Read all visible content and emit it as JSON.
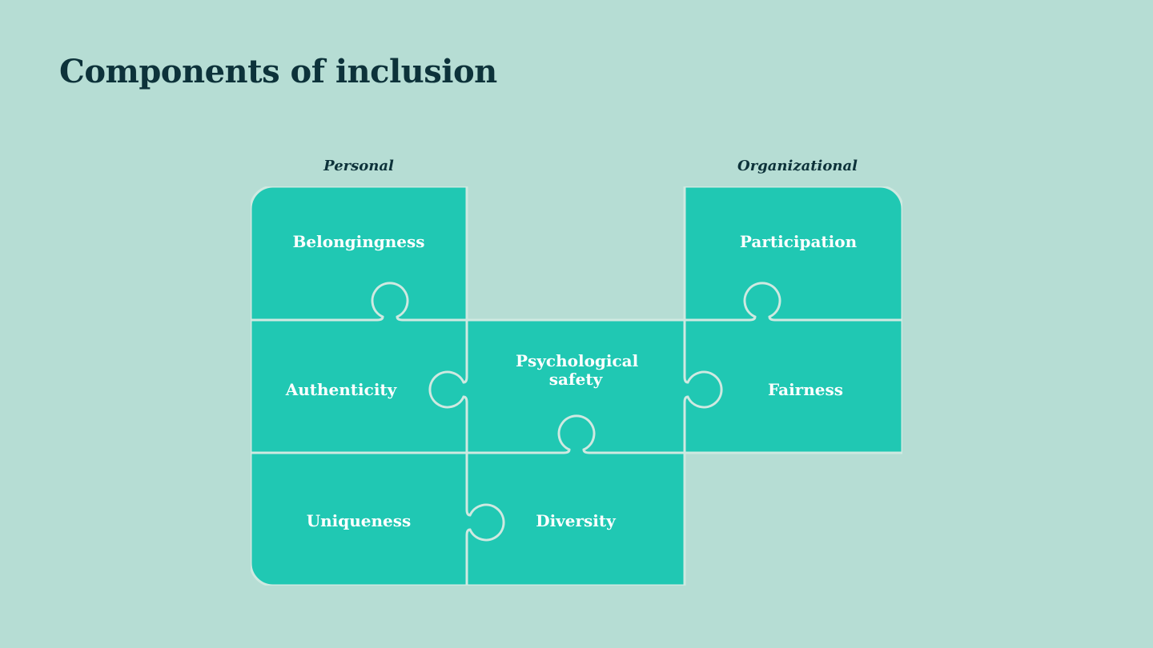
{
  "slide": {
    "title": "Components of inclusion"
  },
  "column_labels": {
    "personal": "Personal",
    "organizational": "Organizational"
  },
  "pieces": {
    "belongingness": {
      "label": "Belongingness",
      "column": "Personal"
    },
    "participation": {
      "label": "Participation",
      "column": "Organizational"
    },
    "authenticity": {
      "label": "Authenticity",
      "column": "Personal"
    },
    "psychological_safety": {
      "label": "Psychological safety",
      "column": "Personal"
    },
    "fairness": {
      "label": "Fairness",
      "column": "Organizational"
    },
    "uniqueness": {
      "label": "Uniqueness",
      "column": "Personal"
    },
    "diversity": {
      "label": "Diversity",
      "column": "Personal"
    }
  },
  "colors": {
    "background": "#b6ddd4",
    "piece_fill": "#20c8b3",
    "seam": "#cfe9e1",
    "heading_text": "#0d323a",
    "piece_text": "#ffffff"
  }
}
